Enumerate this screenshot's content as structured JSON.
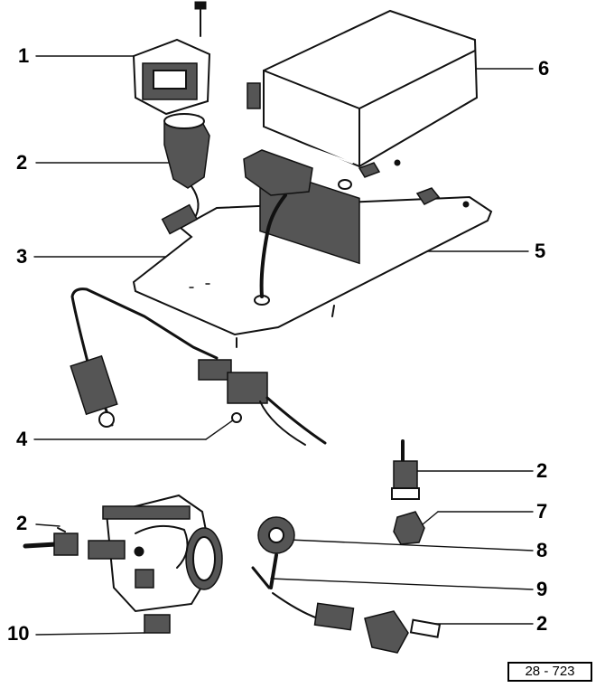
{
  "callouts": {
    "c1": "1",
    "c2_top": "2",
    "c3": "3",
    "c4": "4",
    "c5": "5",
    "c6": "6",
    "c2_right": "2",
    "c7": "7",
    "c8": "8",
    "c9": "9",
    "c2_bottom_right": "2",
    "c2_left": "2",
    "c10": "10"
  },
  "reference_code": "28 - 723"
}
